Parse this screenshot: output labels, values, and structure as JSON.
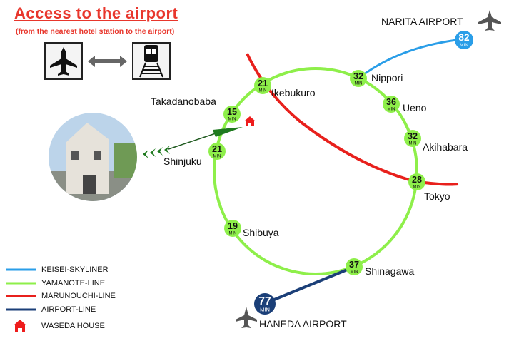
{
  "header": {
    "title": "Access to the airport",
    "subtitle": "(from the nearest hotel station to the airport)"
  },
  "colors": {
    "keisei": "#2a9ee8",
    "yamanote": "#8eef4a",
    "marunouchi": "#e8201c",
    "airport": "#1b3f78",
    "house": "#ee1c1c",
    "title": "#e8362c"
  },
  "stations": [
    {
      "name": "Ikebukuro",
      "minutes": "21"
    },
    {
      "name": "Takadanobaba",
      "minutes": "15"
    },
    {
      "name": "Shinjuku",
      "minutes": "21"
    },
    {
      "name": "Shibuya",
      "minutes": "19"
    },
    {
      "name": "Shinagawa",
      "minutes": "37"
    },
    {
      "name": "Tokyo",
      "minutes": "28"
    },
    {
      "name": "Akihabara",
      "minutes": "32"
    },
    {
      "name": "Ueno",
      "minutes": "36"
    },
    {
      "name": "Nippori",
      "minutes": "32"
    }
  ],
  "min_label": "MIN",
  "airports": {
    "narita": {
      "name": "NARITA AIRPORT",
      "minutes": "82"
    },
    "haneda": {
      "name": "HANEDA AIRPORT",
      "minutes": "77"
    }
  },
  "legend": [
    "KEISEI-SKYLINER",
    "YAMANOTE-LINE",
    "MARUNOUCHI-LINE",
    "AIRPORT-LINE",
    "WASEDA HOUSE"
  ]
}
